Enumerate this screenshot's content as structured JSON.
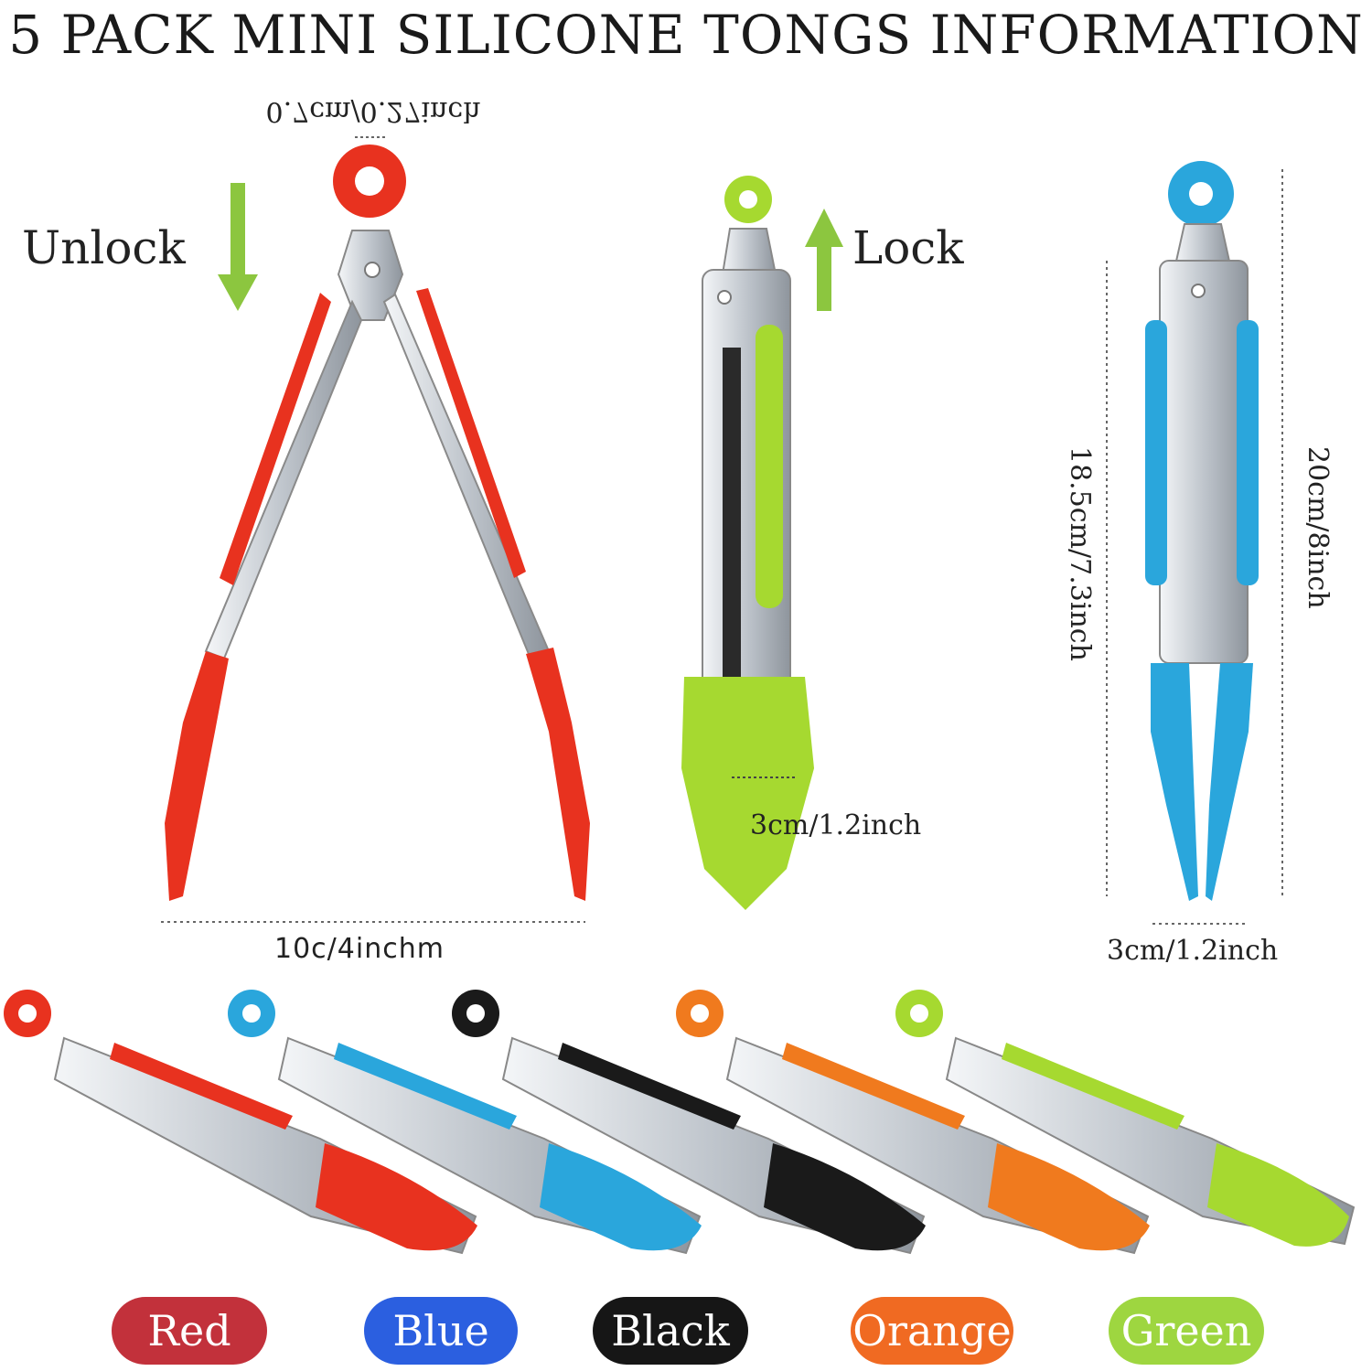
{
  "title": "5 PACK MINI SILICONE TONGS INFORMATION",
  "labels": {
    "unlock": "Unlock",
    "lock": "Lock",
    "ring_width": "0.7cm/0.27inch",
    "open_width": "10c/4inchm",
    "head_width": "3cm/1.2inch",
    "blue_width": "3cm/1.2inch",
    "blue_inner_length": "18.5cm/7.3inch",
    "blue_total_length": "20cm/8inch"
  },
  "variants": [
    {
      "name": "Red",
      "color": "#e8321f",
      "badge": "#c2313b"
    },
    {
      "name": "Blue",
      "color": "#2aa6dc",
      "badge": "#2b5fe0"
    },
    {
      "name": "Black",
      "color": "#1a1a1a",
      "badge": "#161616"
    },
    {
      "name": "Orange",
      "color": "#f07a1e",
      "badge": "#f06a22"
    },
    {
      "name": "Green",
      "color": "#a6d930",
      "badge": "#9ed640"
    }
  ],
  "colors": {
    "steel": "#d9dde2",
    "arrow": "#8cc63f"
  }
}
